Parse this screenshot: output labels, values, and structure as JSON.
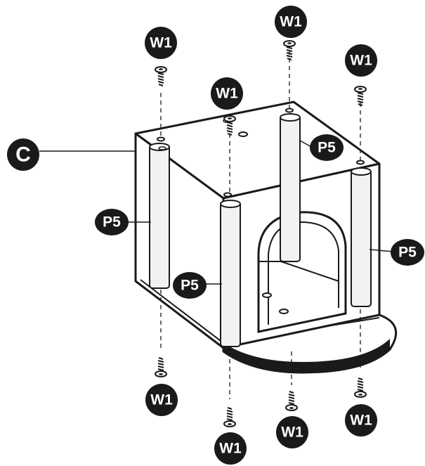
{
  "labels": {
    "part_c": "C",
    "pin": "P5",
    "screw": "W1"
  },
  "colors": {
    "ink": "#1a1a1a",
    "paper": "#ffffff",
    "pin_fill": "#f2f2f2",
    "badge": "#1a1a1a"
  },
  "icons": [
    "screw-icon",
    "dowel-pin-icon",
    "callout-badge"
  ]
}
